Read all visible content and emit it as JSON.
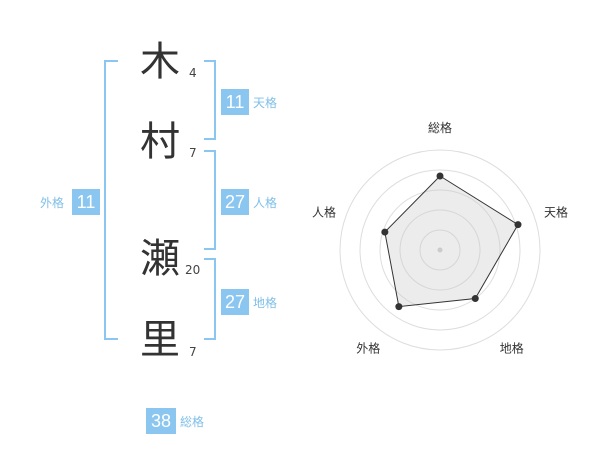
{
  "name": {
    "chars": [
      {
        "char": "木",
        "strokes": "4"
      },
      {
        "char": "村",
        "strokes": "7"
      },
      {
        "char": "瀬",
        "strokes": "20"
      },
      {
        "char": "里",
        "strokes": "7"
      }
    ]
  },
  "fortunes": {
    "tenkaku": {
      "value": "11",
      "label": "天格"
    },
    "jinkaku": {
      "value": "27",
      "label": "人格"
    },
    "chikaku": {
      "value": "27",
      "label": "地格"
    },
    "gaikaku": {
      "value": "11",
      "label": "外格"
    },
    "soukaku": {
      "value": "38",
      "label": "総格"
    }
  },
  "colors": {
    "accent": "#8ac6f0",
    "accent_text": "#7fbfe8",
    "text": "#333333"
  },
  "chart_data": {
    "type": "radar",
    "axes": [
      "総格",
      "天格",
      "地格",
      "外格",
      "人格"
    ],
    "values": [
      3.7,
      4.1,
      3.0,
      3.5,
      2.9
    ],
    "max": 5,
    "rings": 5,
    "grid": true,
    "legend": "none"
  }
}
